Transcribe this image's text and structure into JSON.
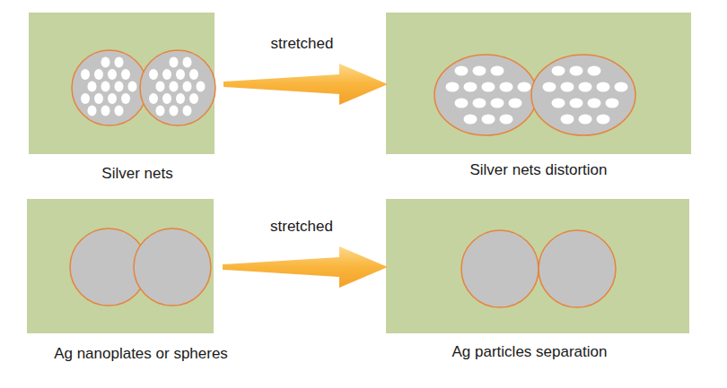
{
  "diagram": {
    "nodes": [
      {
        "text": [
          "Silver nets"
        ]
      },
      {
        "text": [
          "Silver nets distortion"
        ]
      },
      {
        "text": [
          "Ag nanoplates or spheres"
        ]
      },
      {
        "text": [
          "Ag particles separation"
        ]
      }
    ],
    "edges": [
      {
        "from": 0,
        "to": 1,
        "arrow": "to",
        "label": "stretched"
      },
      {
        "from": 2,
        "to": 3,
        "arrow": "to",
        "label": "stretched"
      }
    ]
  }
}
